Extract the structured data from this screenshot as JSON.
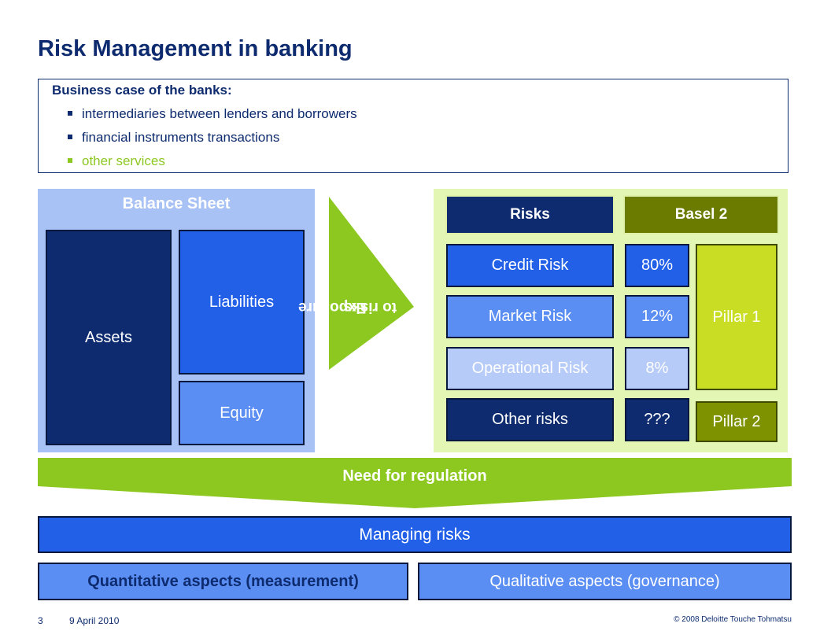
{
  "title": "Risk Management in banking",
  "business_case": {
    "heading": "Business case of the banks:",
    "bullets": [
      "intermediaries between lenders and borrowers",
      "financial instruments transactions",
      "other services"
    ]
  },
  "balance_sheet": {
    "title": "Balance Sheet",
    "assets": "Assets",
    "liabilities": "Liabilities",
    "equity": "Equity"
  },
  "arrow": {
    "line1": "Exposure",
    "line2": "to risks"
  },
  "risks": {
    "header": "Risks",
    "basel_header": "Basel 2",
    "items": [
      {
        "name": "Credit Risk",
        "share": "80%"
      },
      {
        "name": "Market Risk",
        "share": "12%"
      },
      {
        "name": "Operational Risk",
        "share": "8%"
      },
      {
        "name": "Other risks",
        "share": "???"
      }
    ],
    "pillar1": "Pillar 1",
    "pillar2": "Pillar 2"
  },
  "regulation": "Need for regulation",
  "managing": "Managing risks",
  "quantitative": "Quantitative aspects (measurement)",
  "qualitative": "Qualitative aspects (governance)",
  "footer": {
    "page": "3",
    "date": "9 April 2010",
    "copyright": "© 2008 Deloitte Touche Tohmatsu"
  },
  "colors": {
    "navy": "#0d2b6e",
    "blue": "#2260e8",
    "green": "#8cc820",
    "olive": "#6b7b00"
  }
}
